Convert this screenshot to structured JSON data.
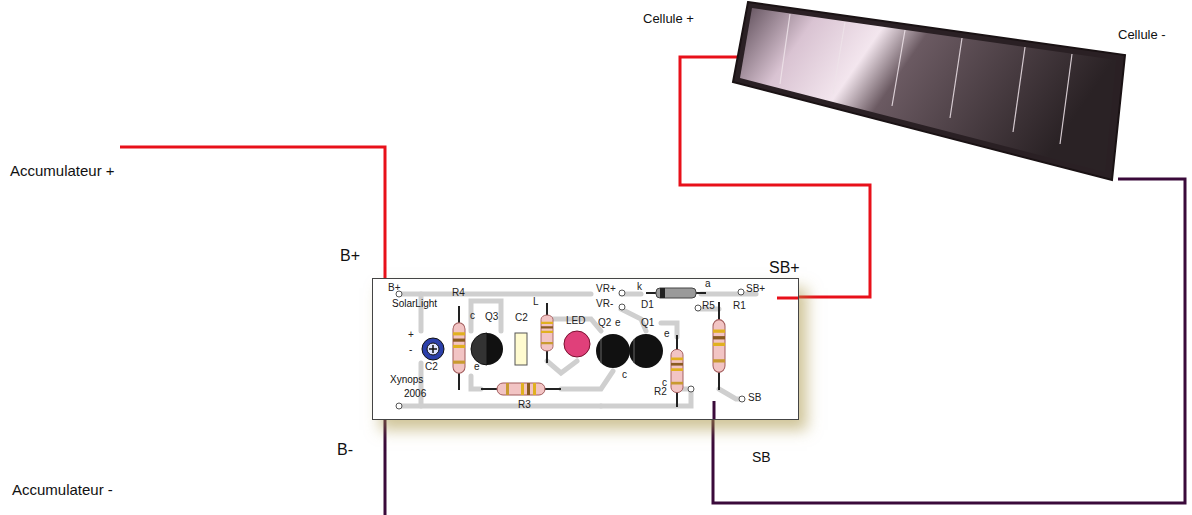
{
  "diagram": {
    "nodes": [
      {
        "text": [
          "SolarLight",
          "Xynops",
          "2006"
        ]
      },
      {
        "text": [
          "Cellule +",
          "Cellule -"
        ]
      }
    ],
    "edges": [
      {
        "from": 1,
        "to": 0,
        "arrow": "none"
      },
      {
        "from": 1,
        "to": 0,
        "arrow": "none"
      }
    ],
    "labels": [
      "Accumulateur +",
      "B+",
      "B-",
      "Accumulateur -",
      "SB+",
      "SB",
      "B+",
      "R4",
      "c",
      "Q3",
      "C2",
      "L",
      "LED",
      "Q2",
      "e",
      "Q1",
      "e",
      "VR+",
      "VR-",
      "k",
      "a",
      "D1",
      "R5",
      "R1",
      "SB+",
      "+",
      "-",
      "C2",
      "e",
      "R3",
      "c",
      "c",
      "R2",
      "SB"
    ]
  }
}
